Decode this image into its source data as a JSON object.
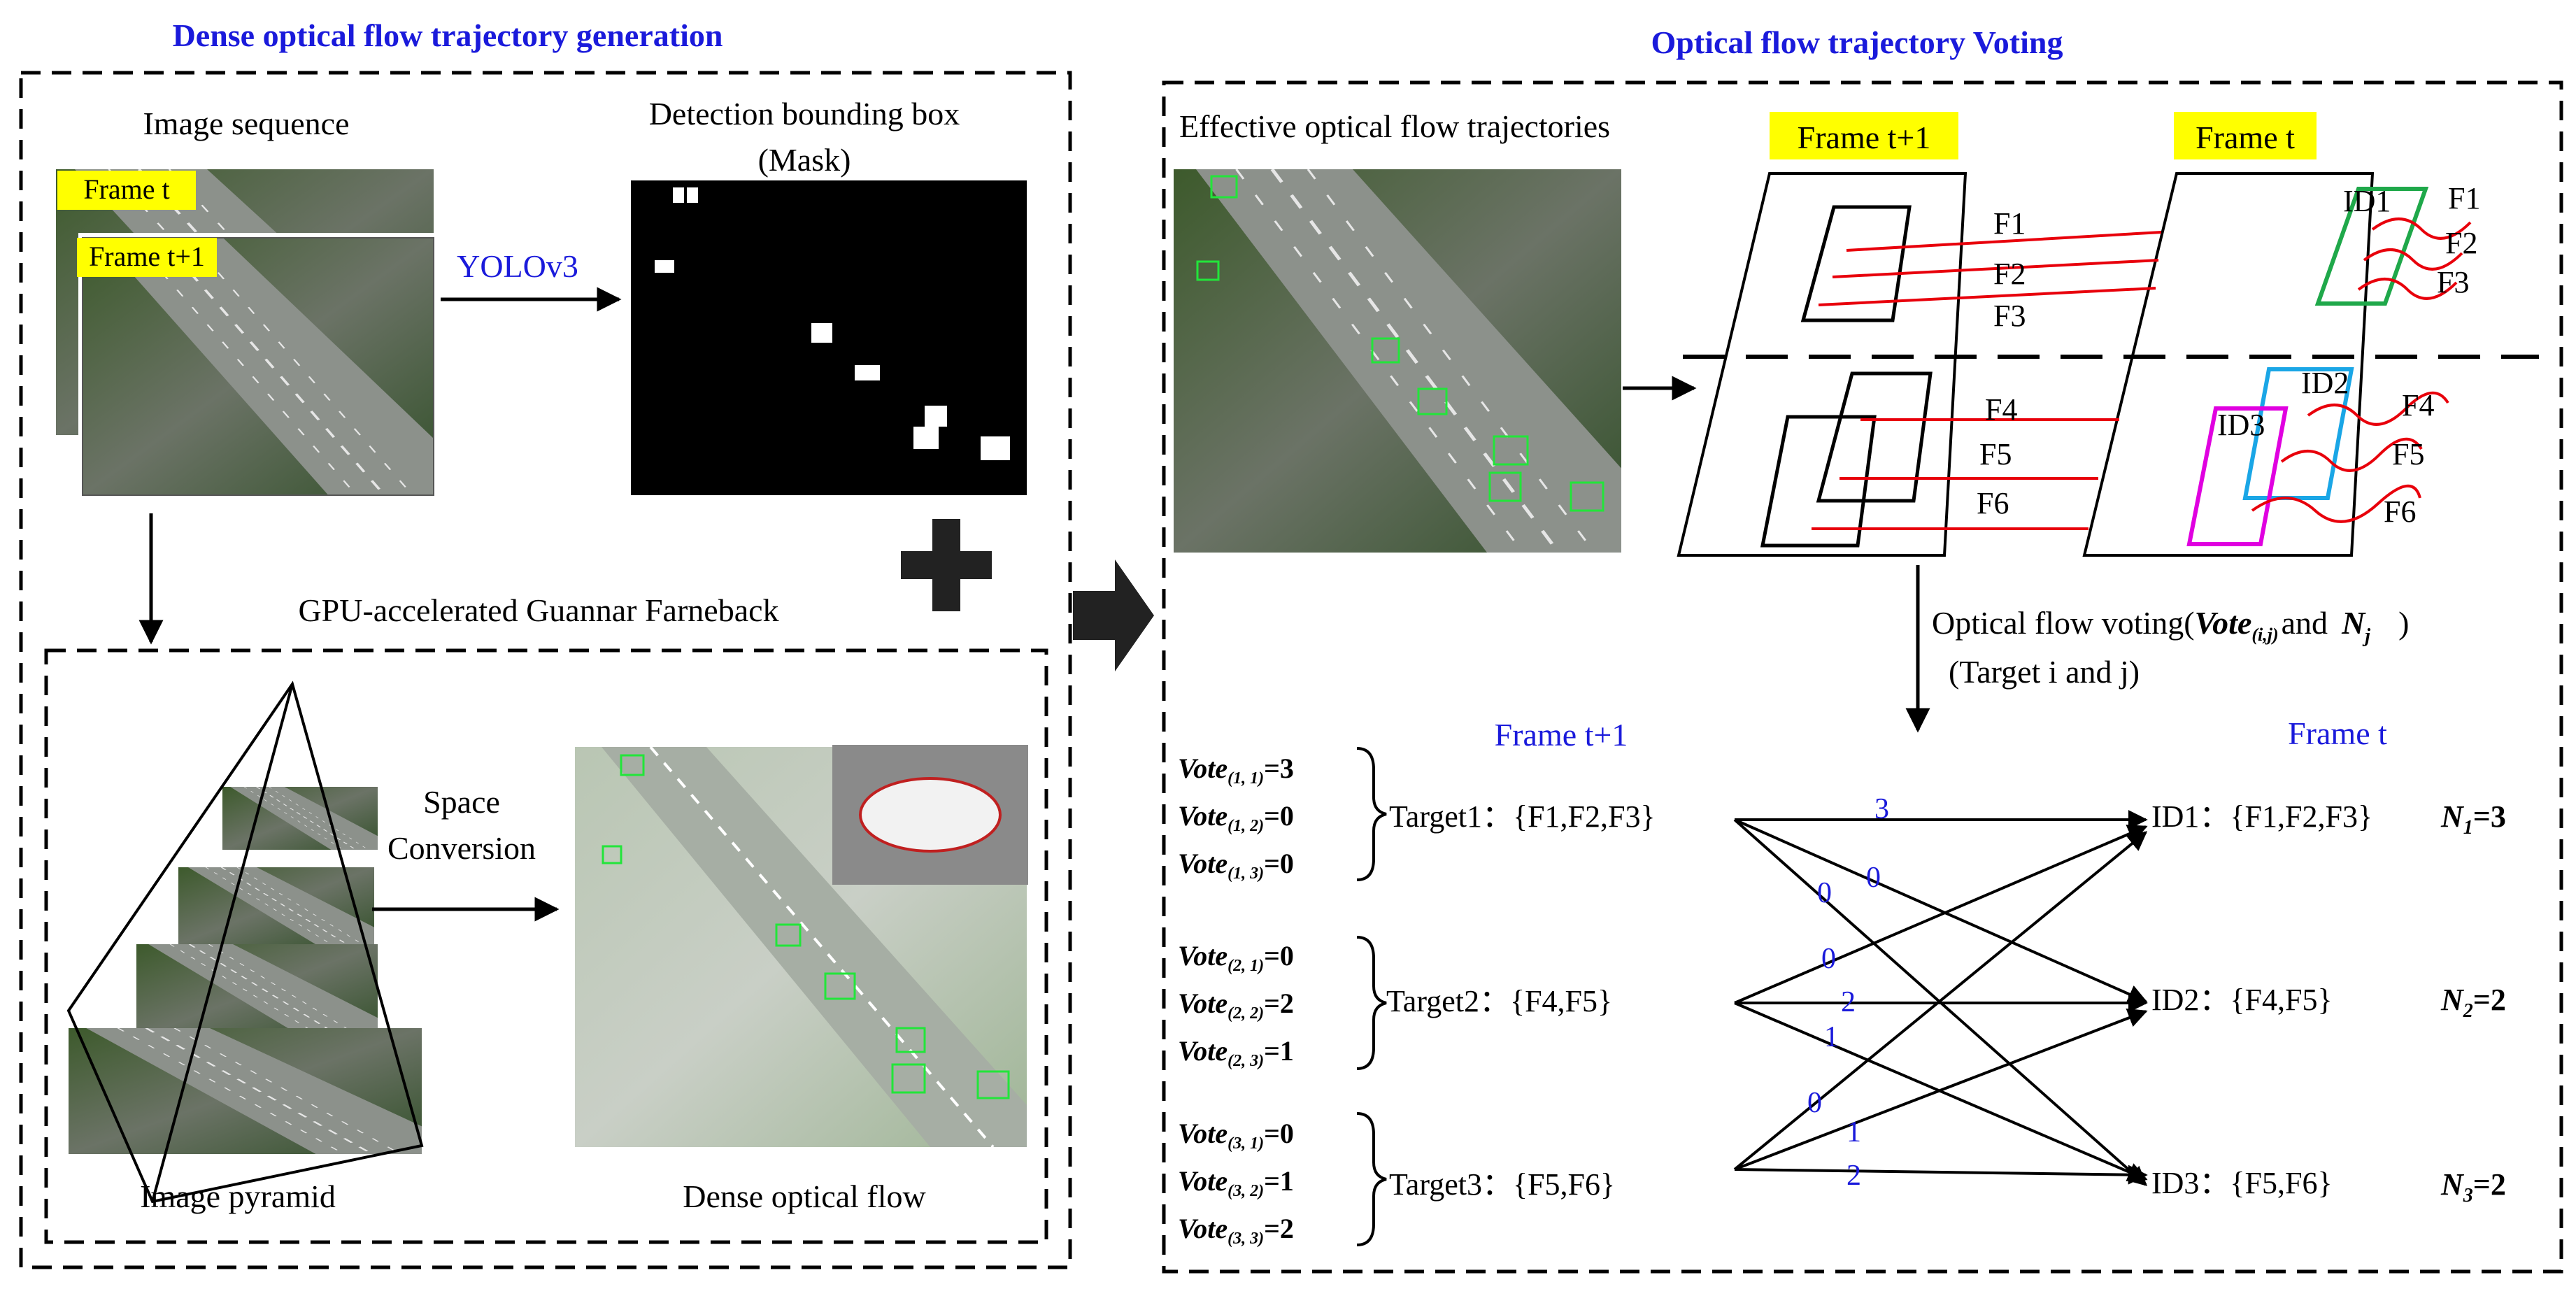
{
  "left_panel": {
    "title": "Dense optical flow trajectory generation",
    "image_sequence_label": "Image sequence",
    "frame_t_label": "Frame t",
    "frame_t1_label": "Frame t+1",
    "yolo_label": "YOLOv3",
    "detection_label_line1": "Detection bounding box",
    "detection_label_line2": "(Mask)",
    "gpu_label": "GPU-accelerated Guannar Farneback",
    "space_conversion_line1": "Space",
    "space_conversion_line2": "Conversion",
    "image_pyramid_label": "Image pyramid",
    "dense_flow_label": "Dense optical flow"
  },
  "right_panel": {
    "title": "Optical flow trajectory Voting",
    "effective_label": "Effective optical flow trajectories",
    "frame_t1_tag": "Frame t+1",
    "frame_t_tag": "Frame t",
    "flows_left": [
      "F1",
      "F2",
      "F3",
      "F4",
      "F5",
      "F6"
    ],
    "flows_right": [
      "F1",
      "F2",
      "F3",
      "F4",
      "F5",
      "F6"
    ],
    "ids": [
      "ID1",
      "ID2",
      "ID3"
    ],
    "voting_line1_prefix": "Optical flow voting(",
    "voting_vote_word": "Vote",
    "voting_vote_sub": "(i,j)",
    "voting_and": "and",
    "voting_n": "N",
    "voting_n_sub": "j",
    "voting_close": ")",
    "voting_line2": "(Target i and j)",
    "col_frame_t1": "Frame t+1",
    "col_frame_t": "Frame t",
    "targets": [
      {
        "label": "Target1：{F1,F2,F3}",
        "votes": [
          {
            "name": "Vote",
            "sub": "(1, 1)",
            "val": "=3"
          },
          {
            "name": "Vote",
            "sub": "(1, 2)",
            "val": "=0"
          },
          {
            "name": "Vote",
            "sub": "(1, 3)",
            "val": "=0"
          }
        ]
      },
      {
        "label": "Target2：{F4,F5}",
        "votes": [
          {
            "name": "Vote",
            "sub": "(2, 1)",
            "val": "=0"
          },
          {
            "name": "Vote",
            "sub": "(2, 2)",
            "val": "=2"
          },
          {
            "name": "Vote",
            "sub": "(2, 3)",
            "val": "=1"
          }
        ]
      },
      {
        "label": "Target3：{F5,F6}",
        "votes": [
          {
            "name": "Vote",
            "sub": "(3, 1)",
            "val": "=0"
          },
          {
            "name": "Vote",
            "sub": "(3, 2)",
            "val": "=1"
          },
          {
            "name": "Vote",
            "sub": "(3, 3)",
            "val": "=2"
          }
        ]
      }
    ],
    "id_labels": [
      "ID1：{F1,F2,F3}",
      "ID2：{F4,F5}",
      "ID3：{F5,F6}"
    ],
    "n_labels": [
      {
        "name": "N",
        "sub": "1",
        "val": "=3"
      },
      {
        "name": "N",
        "sub": "2",
        "val": "=2"
      },
      {
        "name": "N",
        "sub": "3",
        "val": "=2"
      }
    ],
    "edge_weights": [
      "3",
      "0",
      "0",
      "0",
      "2",
      "1",
      "0",
      "1",
      "2"
    ]
  },
  "colors": {
    "title_blue": "#1a1adb",
    "frame_tag_yellow": "#ffff00",
    "flow_red": "#e8000b",
    "id1_green": "#1fa84a",
    "id2_cyan": "#1aa6e6",
    "id3_magenta": "#e000e0",
    "detect_green": "#22e53a"
  }
}
